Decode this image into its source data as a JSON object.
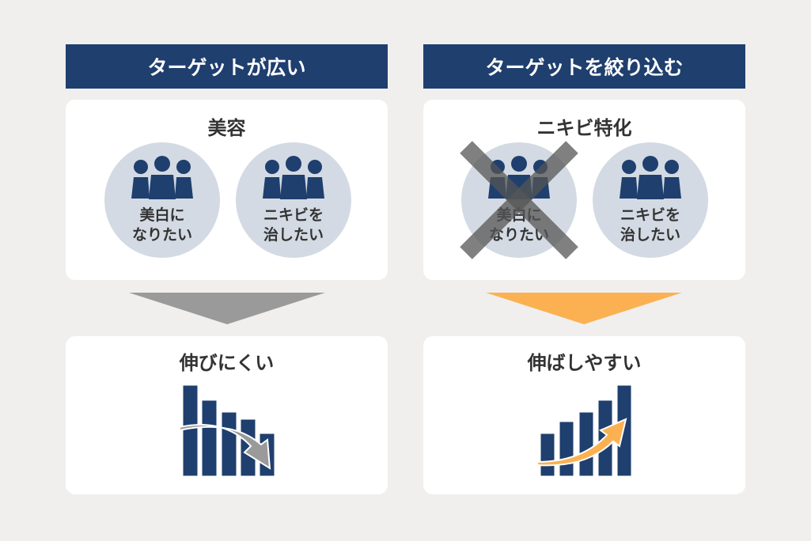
{
  "left": {
    "header": "ターゲットが広い",
    "card_title": "美容",
    "groups": [
      {
        "line1": "美白に",
        "line2": "なりたい"
      },
      {
        "line1": "ニキビを",
        "line2": "治したい"
      }
    ],
    "result": "伸びにくい",
    "trend": "down"
  },
  "right": {
    "header": "ターゲットを絞り込む",
    "card_title": "ニキビ特化",
    "groups": [
      {
        "line1": "美白に",
        "line2": "なりたい",
        "excluded": true
      },
      {
        "line1": "ニキビを",
        "line2": "治したい"
      }
    ],
    "result": "伸ばしやすい",
    "trend": "up"
  },
  "colors": {
    "navy": "#1f3f6e",
    "circle": "#d3dae3",
    "gray": "#9a9a9a",
    "orange": "#fbb152",
    "background": "#f0efed"
  }
}
